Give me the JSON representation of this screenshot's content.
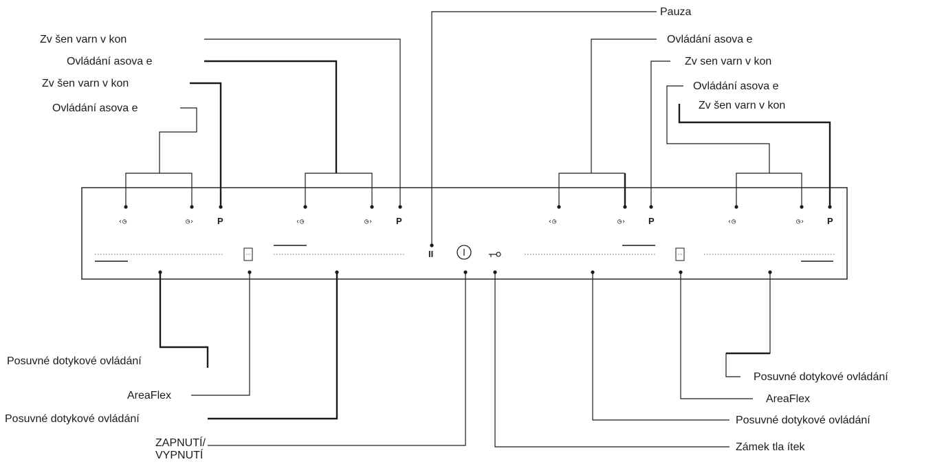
{
  "labels": {
    "pause": "Pauza",
    "boost_left_1": "Zv šen  varn  v kon",
    "timer_left_2": "Ovládání  asova e",
    "boost_left_3": "Zv šen  varn  v kon",
    "timer_left_4": "Ovládání  asova e",
    "timer_right_1": "Ovládání  asova e",
    "boost_right_2": "Zv sen  varn  v kon",
    "timer_right_3": "Ovládání  asova e",
    "boost_right_4": "Zv šen  varn   v kon",
    "slider_left_1": "Posuvné dotykové ovládání",
    "areaflex_left": "AreaFlex",
    "slider_left_2": "Posuvné dotykové ovládání",
    "onoff_line1": "ZAPNUTÍ/",
    "onoff_line2": "VYPNUTÍ",
    "slider_right_1": "Posuvné dotykové ovládání",
    "areaflex_right": "AreaFlex",
    "slider_right_2": "Posuvné dotykové ovládání",
    "key_lock": "Zámek tla ítek"
  },
  "panel": {
    "timer_dec_symbol": "‹◷",
    "timer_inc_symbol": "◷›",
    "boost_symbol": "P",
    "pause_symbol": "II",
    "power_symbol": "ⓘ",
    "lock_symbol": "⊸",
    "areaflex_symbol": "▯"
  },
  "colors": {
    "line": "#1a1a1a",
    "dotted_slider": "#8a8a8a",
    "background": "#ffffff"
  }
}
